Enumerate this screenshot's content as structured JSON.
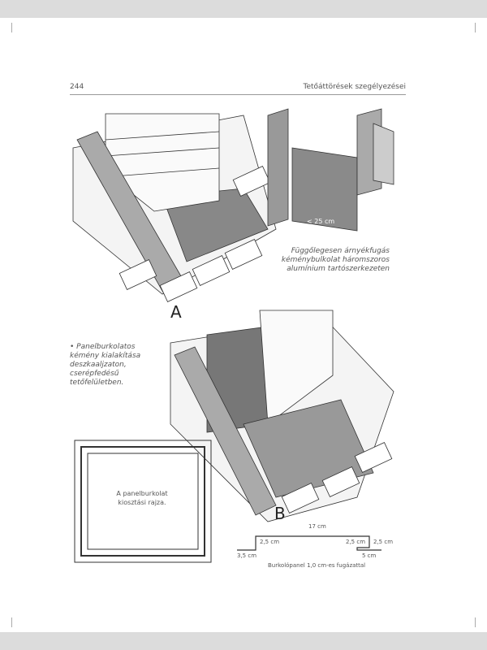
{
  "header": {
    "page_number": "244",
    "running_title": "Tetőáttörések szegélyezései"
  },
  "figure_a": {
    "label": "A",
    "profile_dimension": "< 25 cm",
    "caption": "Függőlegesen árnyékfugás kéménybulkolat háromszoros alumínium tartószerkezeten"
  },
  "figure_b": {
    "label": "B"
  },
  "side_note": "• Panelburkolatos kémény kialakítása deszkaaljzaton, cserépfedésű tetőfelületben.",
  "plan": {
    "caption": "A panelburkolat kiosztási rajza."
  },
  "profile": {
    "width": "17 cm",
    "left_step": "2,5 cm",
    "left_flange": "3,5 cm",
    "right_step": "2,5 cm",
    "right_return": "2,5 cm",
    "right_flange": "5 cm",
    "caption": "Burkolópanel 1,0 cm-es fugázattal"
  }
}
